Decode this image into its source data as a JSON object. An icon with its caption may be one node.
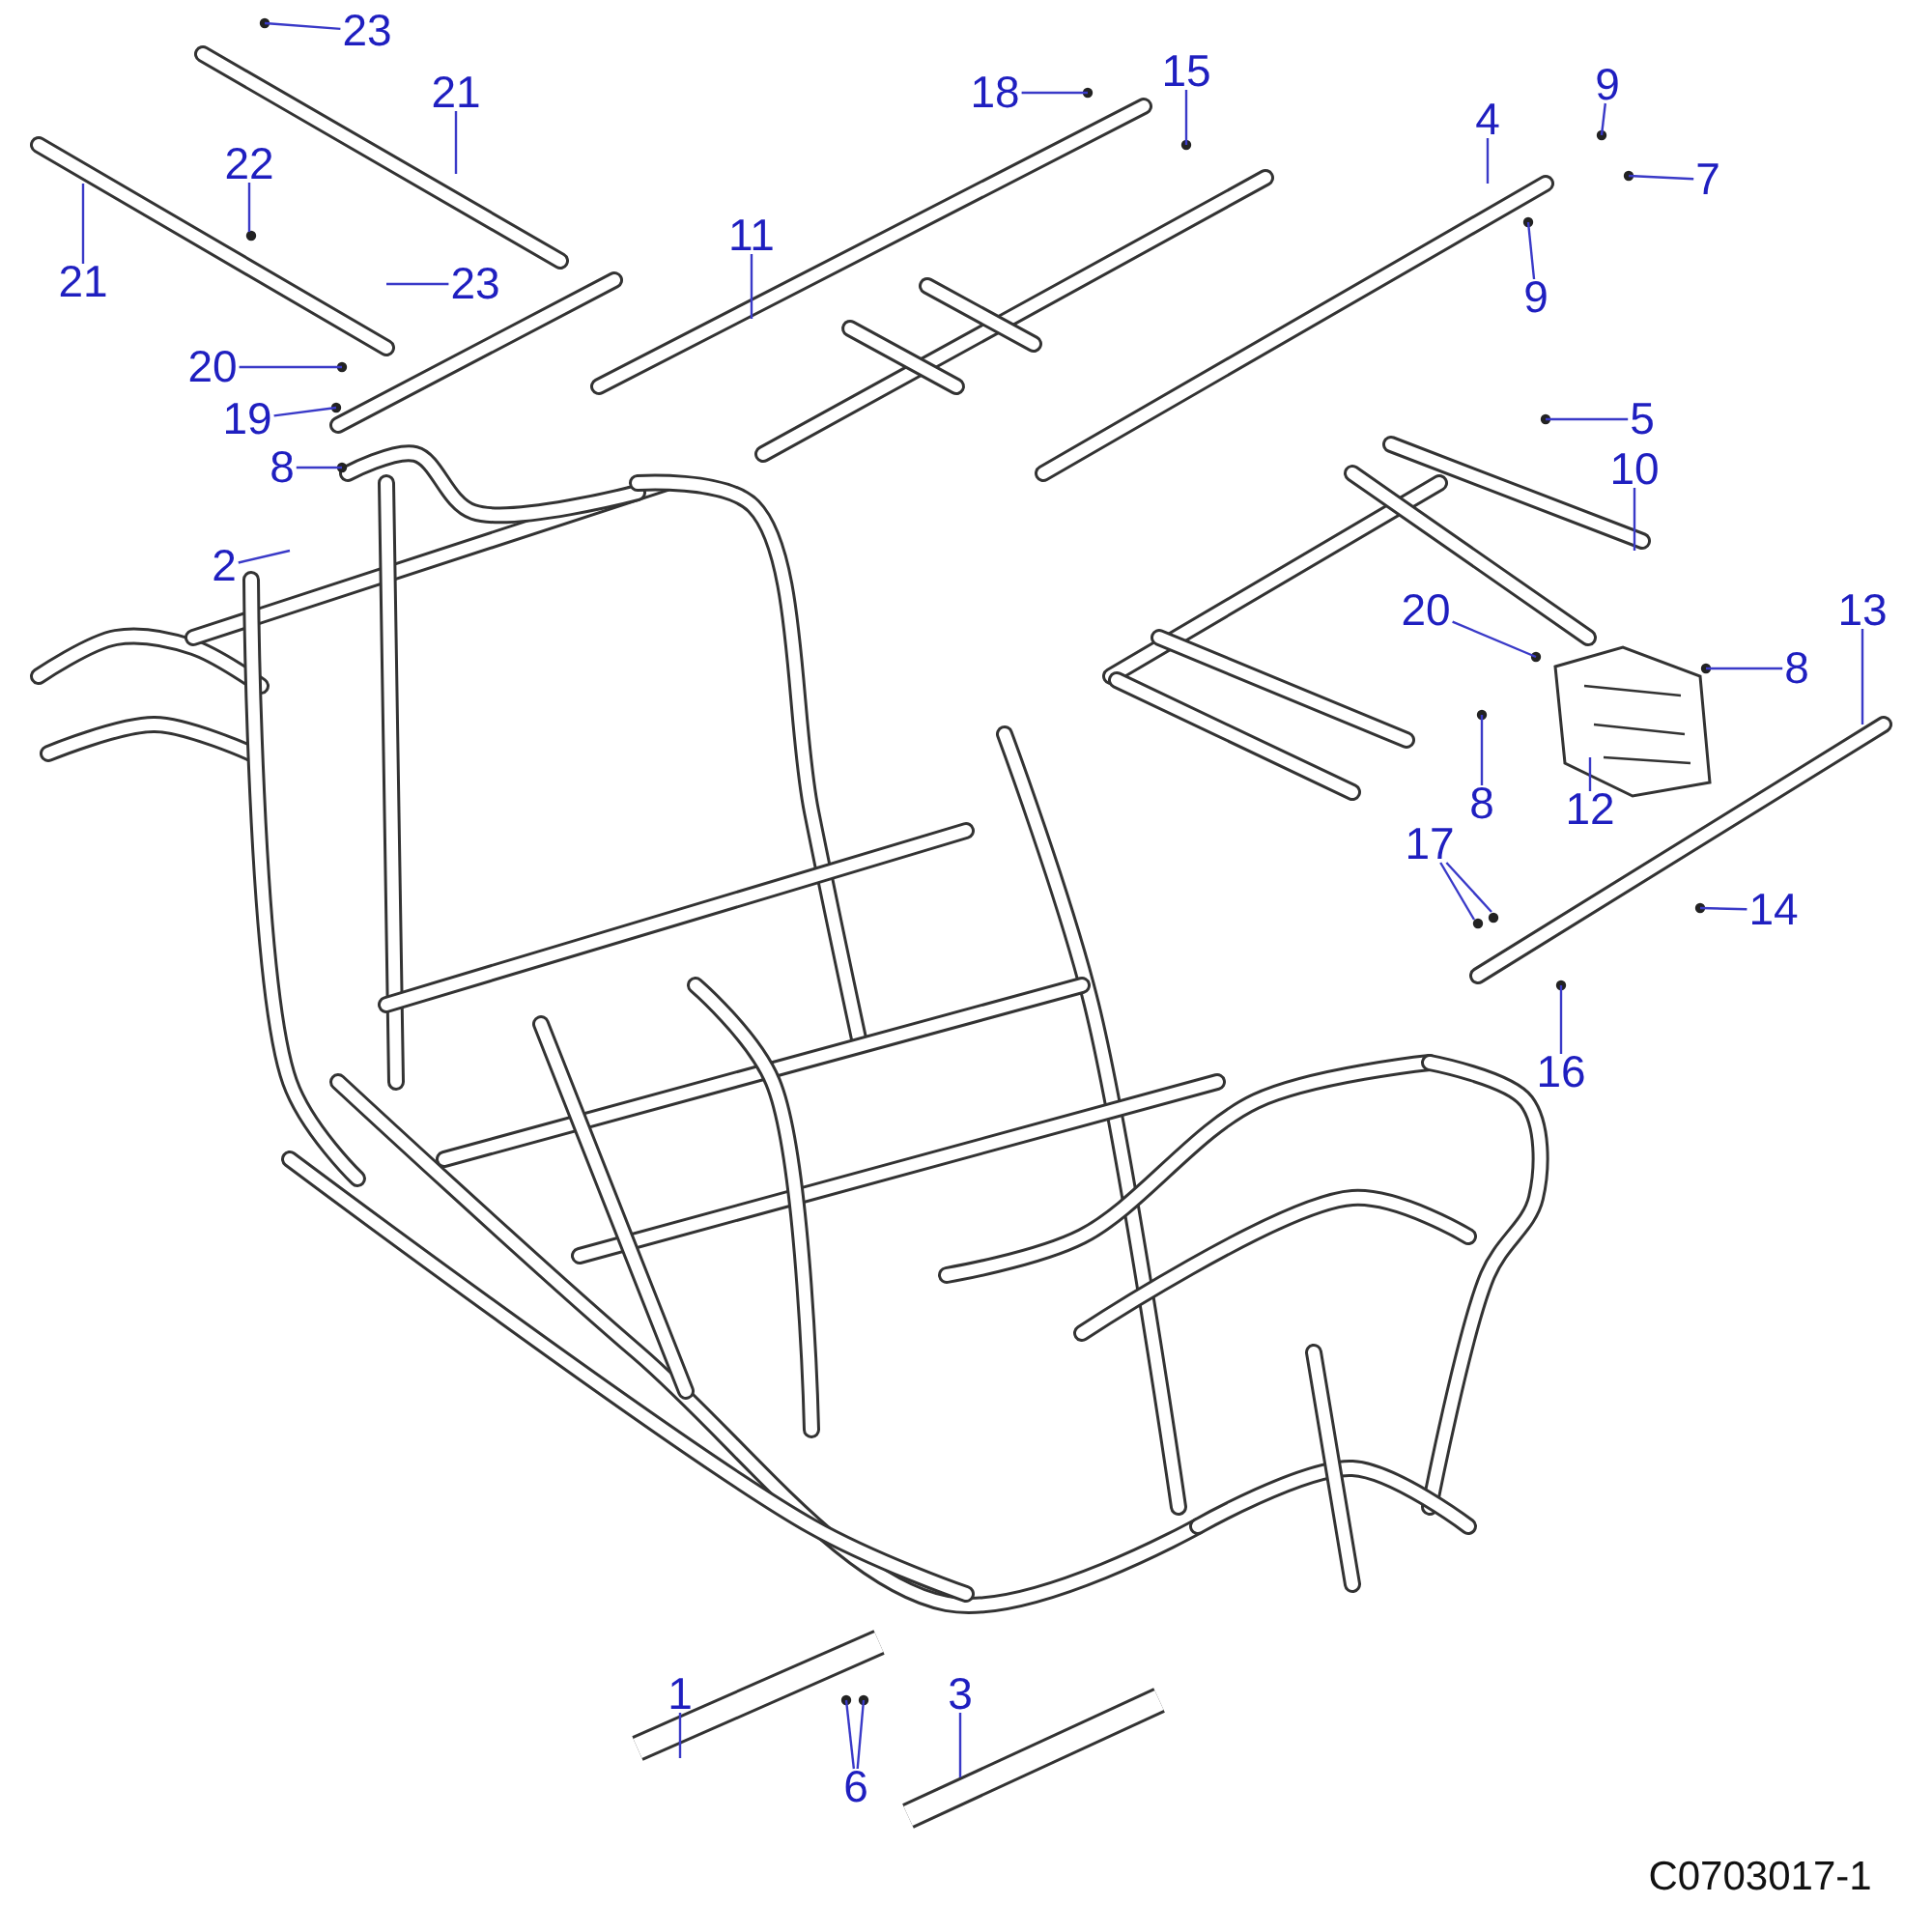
{
  "diagram": {
    "nodes": [
      {
        "text": [
          "23"
        ]
      },
      {
        "text": [
          "21"
        ]
      },
      {
        "text": [
          "21"
        ]
      },
      {
        "text": [
          "22"
        ]
      },
      {
        "text": [
          "23"
        ]
      },
      {
        "text": [
          "20"
        ]
      },
      {
        "text": [
          "19"
        ]
      },
      {
        "text": [
          "8"
        ]
      },
      {
        "text": [
          "18"
        ]
      },
      {
        "text": [
          "15"
        ]
      },
      {
        "text": [
          "11"
        ]
      },
      {
        "text": [
          "4"
        ]
      },
      {
        "text": [
          "9"
        ]
      },
      {
        "text": [
          "7"
        ]
      },
      {
        "text": [
          "9"
        ]
      },
      {
        "text": [
          "5"
        ]
      },
      {
        "text": [
          "10"
        ]
      },
      {
        "text": [
          "2"
        ]
      },
      {
        "text": [
          "20"
        ]
      },
      {
        "text": [
          "8"
        ]
      },
      {
        "text": [
          "13"
        ]
      },
      {
        "text": [
          "8"
        ]
      },
      {
        "text": [
          "12"
        ]
      },
      {
        "text": [
          "17"
        ]
      },
      {
        "text": [
          "14"
        ]
      },
      {
        "text": [
          "16"
        ]
      },
      {
        "text": [
          "1"
        ]
      },
      {
        "text": [
          "6"
        ]
      },
      {
        "text": [
          "3"
        ]
      }
    ],
    "edges": [
      {
        "from": 0,
        "to": null,
        "arrow": "none"
      },
      {
        "from": 1,
        "to": null,
        "arrow": "none"
      },
      {
        "from": 2,
        "to": null,
        "arrow": "none"
      },
      {
        "from": 3,
        "to": null,
        "arrow": "none"
      },
      {
        "from": 4,
        "to": null,
        "arrow": "none"
      },
      {
        "from": 5,
        "to": null,
        "arrow": "none"
      },
      {
        "from": 6,
        "to": null,
        "arrow": "none"
      },
      {
        "from": 7,
        "to": null,
        "arrow": "none"
      },
      {
        "from": 8,
        "to": null,
        "arrow": "none"
      },
      {
        "from": 9,
        "to": null,
        "arrow": "none"
      },
      {
        "from": 10,
        "to": null,
        "arrow": "none"
      },
      {
        "from": 11,
        "to": null,
        "arrow": "none"
      },
      {
        "from": 12,
        "to": null,
        "arrow": "none"
      },
      {
        "from": 13,
        "to": null,
        "arrow": "none"
      },
      {
        "from": 14,
        "to": null,
        "arrow": "none"
      },
      {
        "from": 15,
        "to": null,
        "arrow": "none"
      },
      {
        "from": 16,
        "to": null,
        "arrow": "none"
      },
      {
        "from": 17,
        "to": null,
        "arrow": "none"
      },
      {
        "from": 18,
        "to": null,
        "arrow": "none"
      },
      {
        "from": 19,
        "to": null,
        "arrow": "none"
      },
      {
        "from": 20,
        "to": null,
        "arrow": "none"
      },
      {
        "from": 21,
        "to": null,
        "arrow": "none"
      },
      {
        "from": 22,
        "to": null,
        "arrow": "none"
      },
      {
        "from": 23,
        "to": null,
        "arrow": "none"
      },
      {
        "from": 23,
        "to": null,
        "arrow": "none"
      },
      {
        "from": 24,
        "to": null,
        "arrow": "none"
      },
      {
        "from": 25,
        "to": null,
        "arrow": "none"
      },
      {
        "from": 26,
        "to": null,
        "arrow": "none"
      },
      {
        "from": 27,
        "to": null,
        "arrow": "none"
      },
      {
        "from": 27,
        "to": null,
        "arrow": "none"
      },
      {
        "from": 28,
        "to": null,
        "arrow": "none"
      }
    ],
    "labels": [
      "C0703017-1"
    ]
  }
}
